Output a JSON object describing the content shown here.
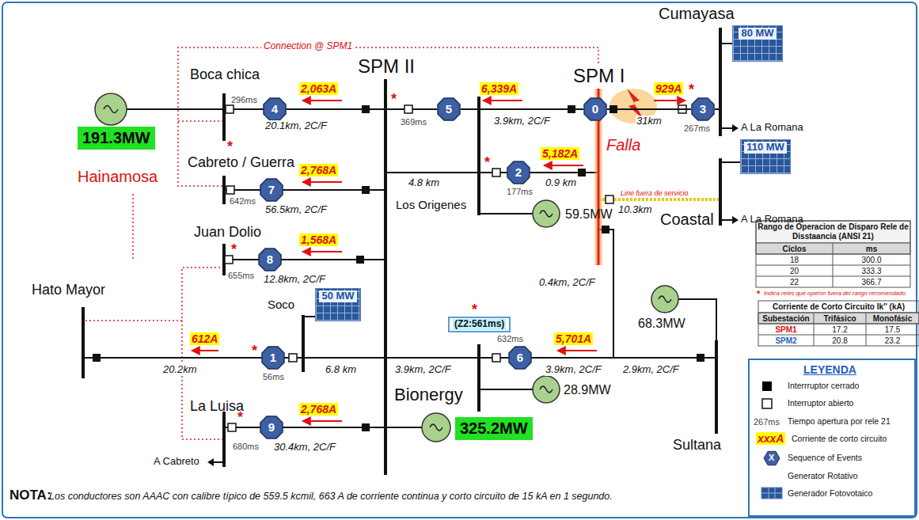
{
  "diagram": {
    "nodes": [
      {
        "text": [
          "4"
        ]
      },
      {
        "text": [
          "5"
        ]
      },
      {
        "text": [
          "0"
        ]
      },
      {
        "text": [
          "3"
        ]
      },
      {
        "text": [
          "80 MW"
        ]
      },
      {
        "text": [
          "191.3MW"
        ]
      },
      {
        "text": [
          "2"
        ]
      },
      {
        "text": [
          "7"
        ]
      },
      {
        "text": [
          "110 MW"
        ]
      },
      {
        "text": [
          "8"
        ]
      },
      {
        "text": [
          "(Z2:561ms)"
        ]
      },
      {
        "text": [
          "50 MW"
        ]
      },
      {
        "text": [
          "1"
        ]
      },
      {
        "text": [
          "6"
        ]
      },
      {
        "text": [
          "9"
        ]
      },
      {
        "text": [
          "325.2MW"
        ]
      }
    ],
    "edges": [
      {
        "from": 1,
        "to": 2,
        "arrow": "none",
        "label": "3.9km, 2C/F"
      },
      {
        "from": 2,
        "to": 3,
        "arrow": "none",
        "label": "31km"
      }
    ],
    "labels": [
      "Connection @ SPM1",
      "Boca chica",
      "SPM II",
      "SPM I",
      "Cumayasa",
      "2,063A",
      "296ms",
      "20.1km, 2C/F",
      "*",
      "369ms",
      "6,339A",
      "929A",
      "*",
      "267ms",
      "A La Romana",
      "Falla",
      "Cabreto / Guerra",
      "*",
      "Hainamosa",
      "642ms",
      "2,768A",
      "56.5km, 2C/F",
      "4.8 km",
      "*",
      "177ms",
      "5,182A",
      "0.9 km",
      "Los Origenes",
      "59.5MW",
      "Line fuera de servicio",
      "10.3km",
      "Coastal",
      "A La Romana",
      "Juan Dolio",
      "*",
      "1,568A",
      "655ms",
      "12.8km, 2C/F",
      "0.4km, 2C/F",
      "68.3MW",
      "Hato Mayor",
      "Soco",
      "612A",
      "*",
      "20.2km",
      "56ms",
      "6.8 km",
      "3.9km, 2C/F",
      "632ms",
      "*",
      "5,701A",
      "3.9km, 2C/F",
      "2.9km, 2C/F",
      "28.9MW",
      "Bionergy",
      "Sultana",
      "La Luisa",
      "2,768A",
      "*",
      "680ms",
      "30.4km, 2C/F",
      "A Cabreto",
      "Rango de Operacion de Disparo Rele de Disstaancia (ANSI 21)",
      "Ciclos",
      "ms",
      "18",
      "300.0",
      "20",
      "333.3",
      "22",
      "366.7",
      "*",
      "Indica reles que operon fuera del rango recomendado.",
      "Corriente de Corto Circuito Ik'' (kA)",
      "Subestación",
      "Trifásico",
      "Monofásic",
      "SPM1",
      "17.2",
      "17.5",
      "SPM2",
      "20.8",
      "23.2",
      "LEYENDA",
      "267ms",
      "xxxA",
      "X",
      "NOTA:",
      "Los conductores son AAAC con calibre típico de 559.5 kcmil, 663 A de corriente continua y corto circuito de 15 kA en 1 segundo."
    ],
    "legend": [
      {
        "text": "Interrruptor cerrado",
        "color": "#000000"
      },
      {
        "text": "Interruptor abierto"
      },
      {
        "text": "Tiempo apertura por rele 21"
      },
      {
        "text": "Corriente de corto circuito"
      },
      {
        "text": "Sequence of Events"
      },
      {
        "text": "Generator Rotativo"
      },
      {
        "text": "Generador Fotovotaico"
      }
    ]
  }
}
